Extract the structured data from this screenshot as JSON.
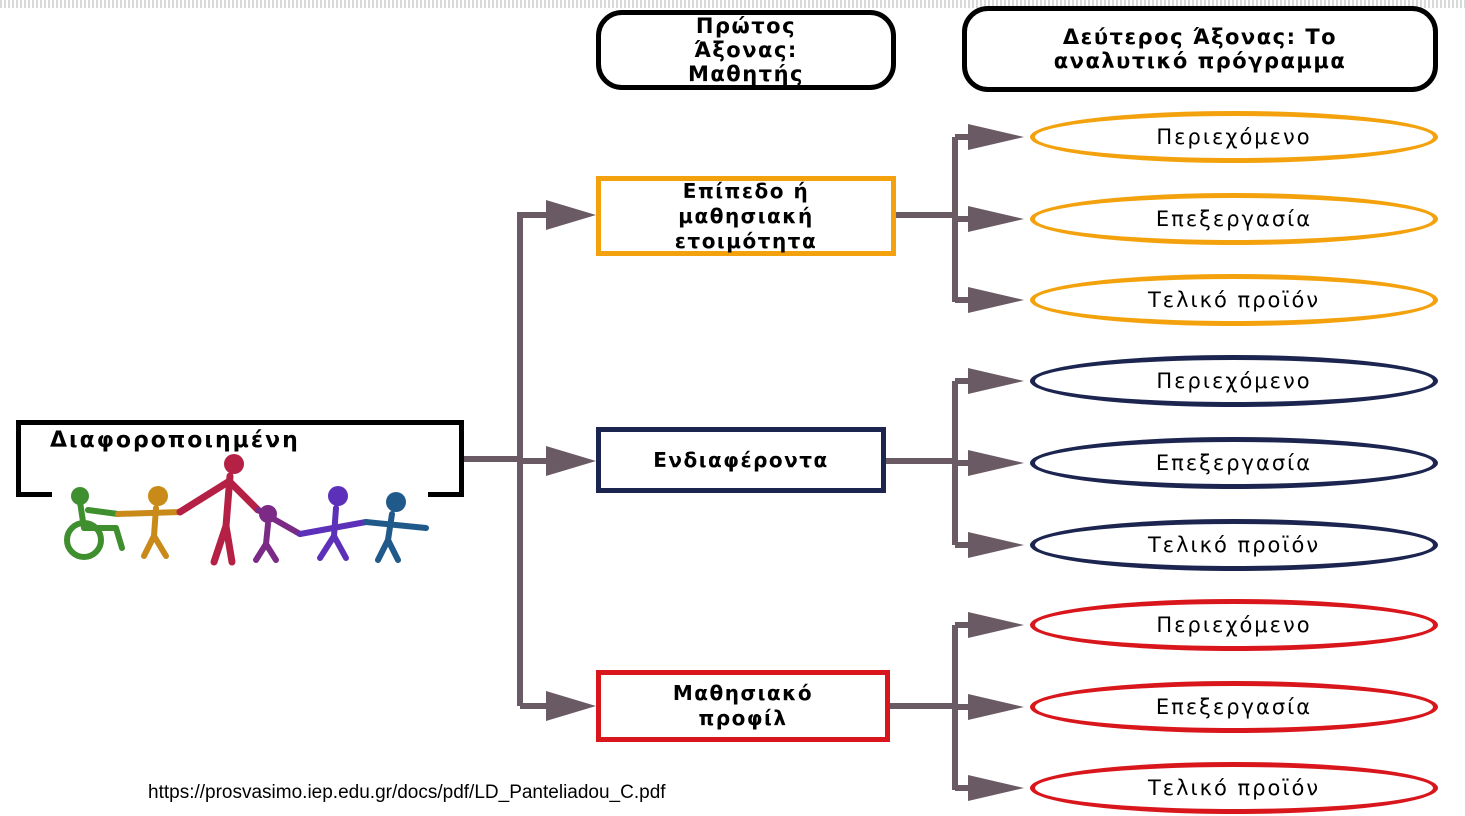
{
  "colors": {
    "orange": "#f3a20e",
    "navy": "#1c2550",
    "red": "#d9161b",
    "connector": "#6a5a63"
  },
  "axes": {
    "first": "Πρώτος Άξονας: Μαθητής",
    "second": "Δεύτερος Άξονας: Το αναλυτικό πρόγραμμα"
  },
  "root": {
    "label": "Διαφοροποιημένη",
    "illustration": "family-group-icon"
  },
  "categories": [
    {
      "label": "Επίπεδο ή μαθησιακή ετοιμότητα",
      "color": "orange",
      "items": [
        "Περιεχόμενο",
        "Επεξεργασία",
        "Τελικό προϊόν"
      ]
    },
    {
      "label": "Ενδιαφέροντα",
      "color": "navy",
      "items": [
        "Περιεχόμενο",
        "Επεξεργασία",
        "Τελικό προϊόν"
      ]
    },
    {
      "label": "Μαθησιακό προφίλ",
      "color": "red",
      "items": [
        "Περιεχόμενο",
        "Επεξεργασία",
        "Τελικό προϊόν"
      ]
    }
  ],
  "source": "https://prosvasimo.iep.edu.gr/docs/pdf/LD_Panteliadou_C.pdf"
}
